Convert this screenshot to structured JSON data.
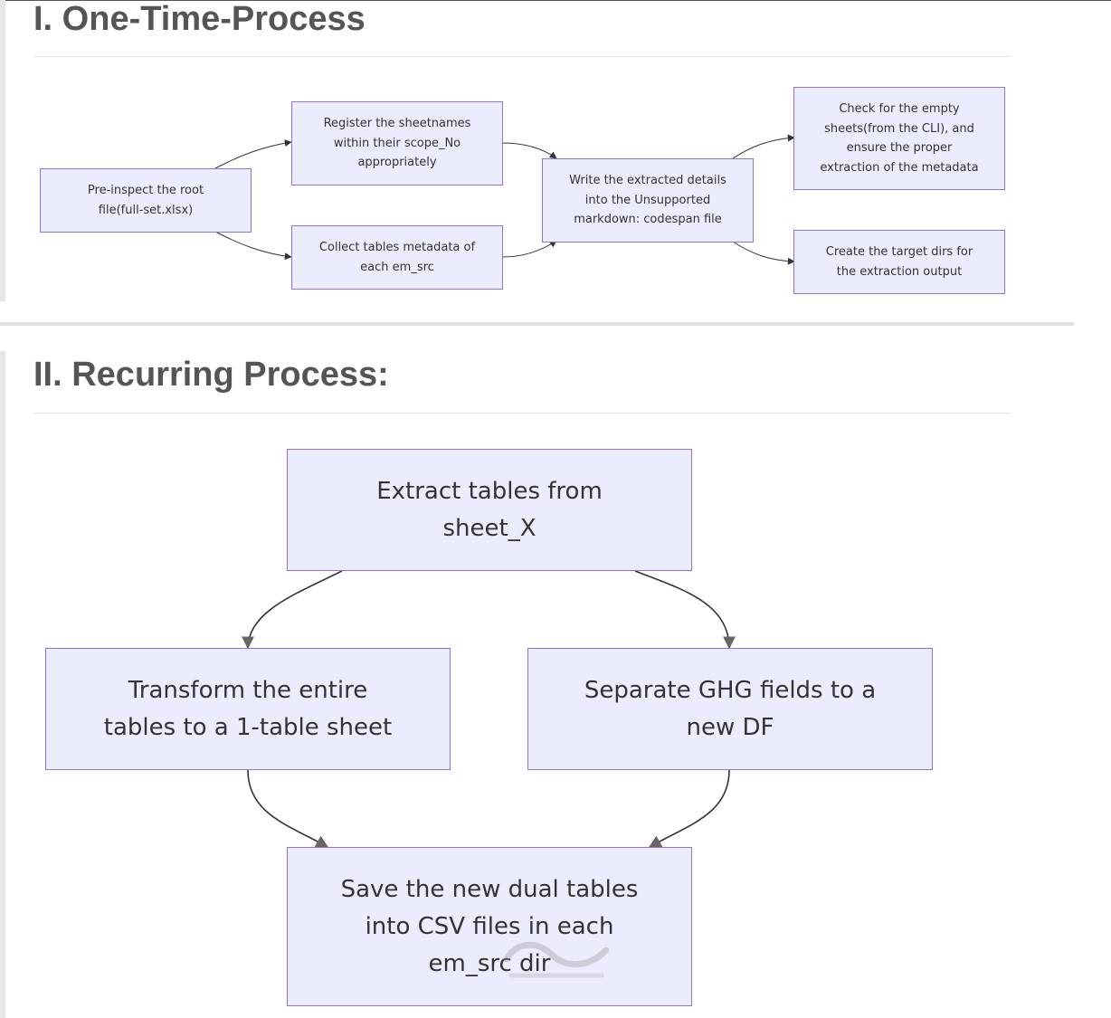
{
  "section1": {
    "title": "I. One-Time-Process",
    "nodes": {
      "preinspect": [
        "Pre-inspect the root",
        "file(full-set.xlsx)"
      ],
      "register": [
        "Register the sheetnames",
        "within their scope_No",
        "appropriately"
      ],
      "collect": [
        "Collect tables metadata of",
        "each em_src"
      ],
      "write": [
        "Write the extracted details",
        "into the Unsupported",
        "markdown: codespan file"
      ],
      "check": [
        "Check for the empty",
        "sheets(from the CLI), and",
        "ensure the proper",
        "extraction of the metadata"
      ],
      "create": [
        "Create the target dirs for",
        "the extraction output"
      ]
    }
  },
  "section2": {
    "title": "II. Recurring Process:",
    "nodes": {
      "extract": [
        "Extract tables from",
        "sheet_X"
      ],
      "transform": [
        "Transform the entire",
        "tables to a 1-table sheet"
      ],
      "separate": [
        "Separate GHG fields to a",
        "new DF"
      ],
      "save": [
        "Save the new dual tables",
        "into CSV files in each",
        "em_src dir"
      ]
    }
  },
  "colors": {
    "node_fill": "#ECECFF",
    "node_border": "#9370DB",
    "edge": "#333333"
  }
}
